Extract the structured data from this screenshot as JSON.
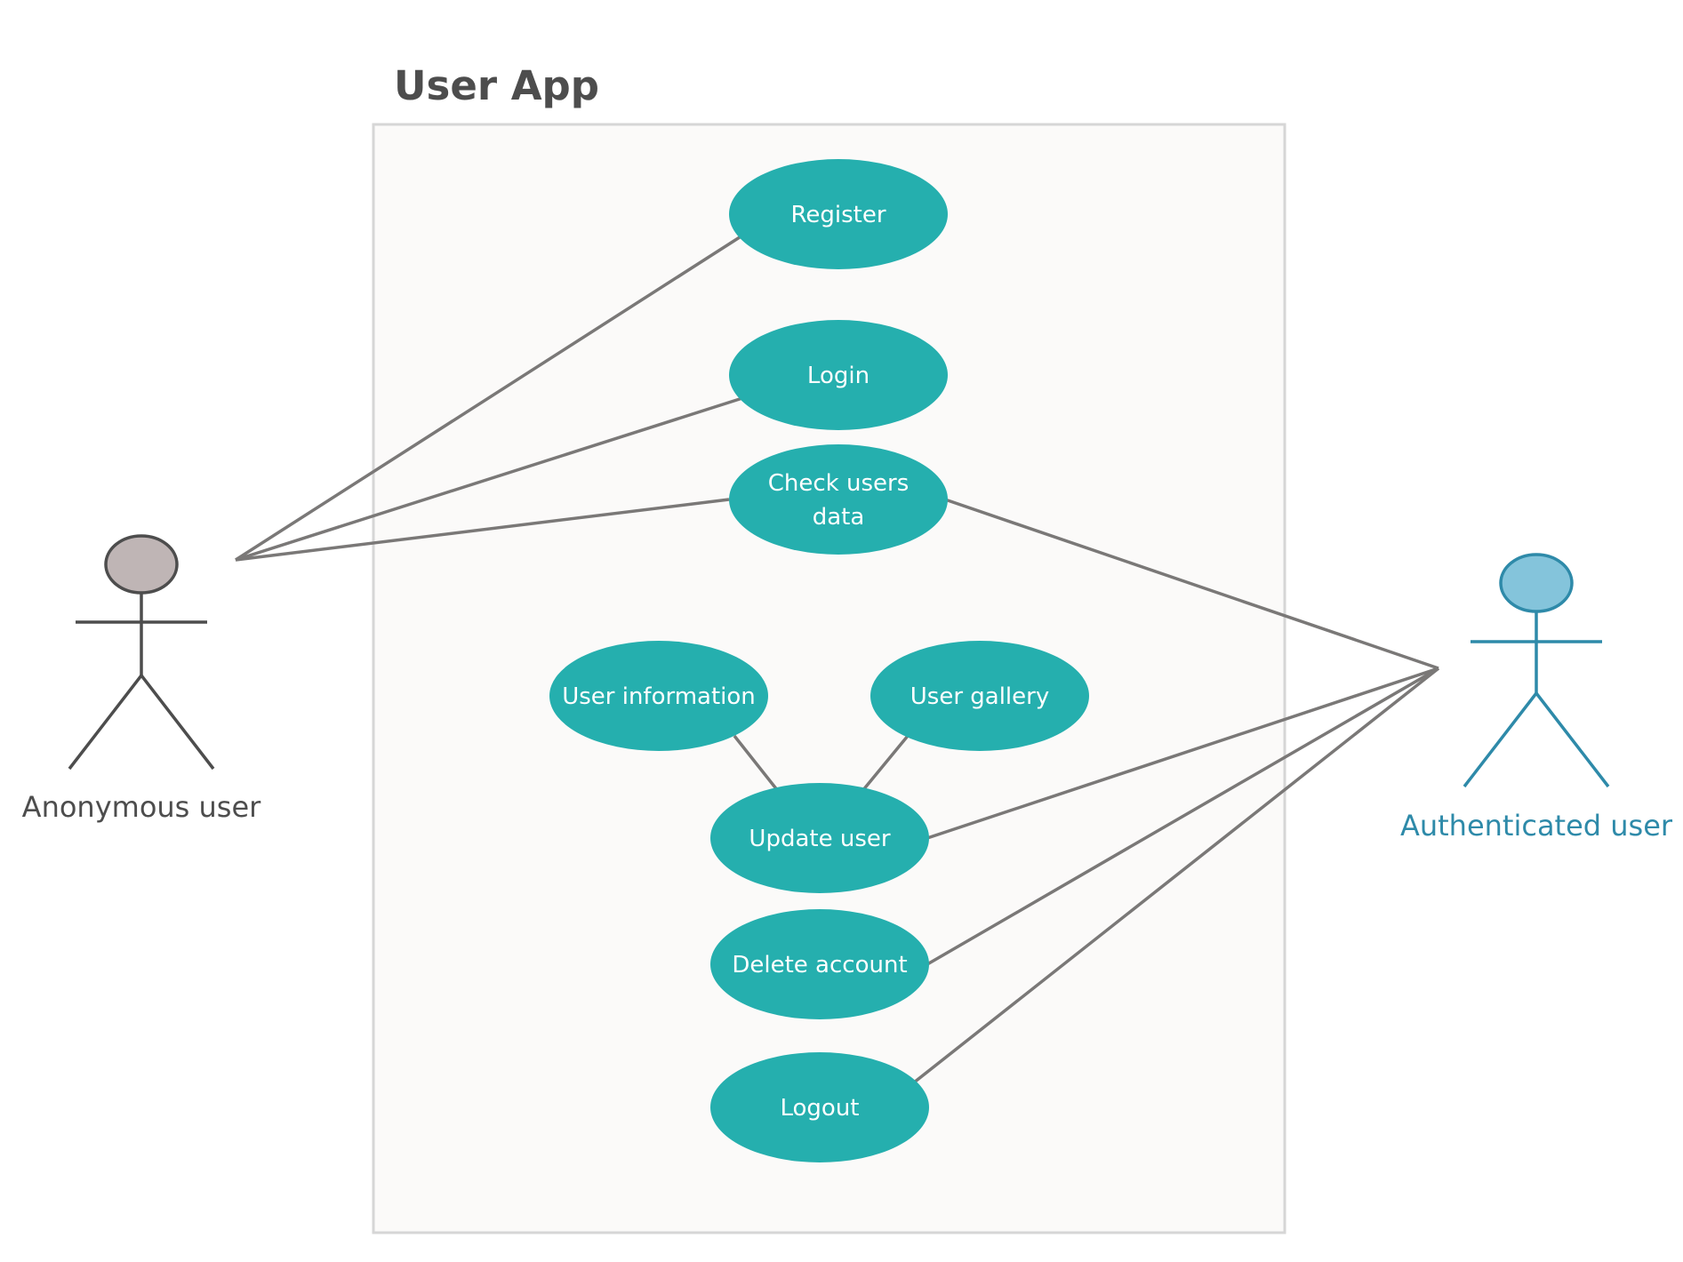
{
  "system": {
    "title": "User App"
  },
  "colors": {
    "usecase_fill": "#25afae",
    "boundary_fill": "#fbfaf9",
    "boundary_stroke": "#d6d6d6",
    "association": "#7a7877",
    "anonymous_actor": "#4d4d4d",
    "anonymous_head": "#bfb5b5",
    "authenticated_actor": "#2e8aa9",
    "authenticated_head": "#84c4db"
  },
  "actors": {
    "anonymous": {
      "label": "Anonymous user",
      "icon": "stick-figure-icon"
    },
    "authenticated": {
      "label": "Authenticated user",
      "icon": "stick-figure-icon"
    }
  },
  "use_cases": {
    "register": {
      "label": "Register"
    },
    "login": {
      "label": "Login"
    },
    "check_users_data": {
      "line1": "Check users",
      "line2": "data"
    },
    "user_information": {
      "label": "User information"
    },
    "user_gallery": {
      "label": "User gallery"
    },
    "update_user": {
      "label": "Update user"
    },
    "delete_account": {
      "label": "Delete account"
    },
    "logout": {
      "label": "Logout"
    }
  }
}
